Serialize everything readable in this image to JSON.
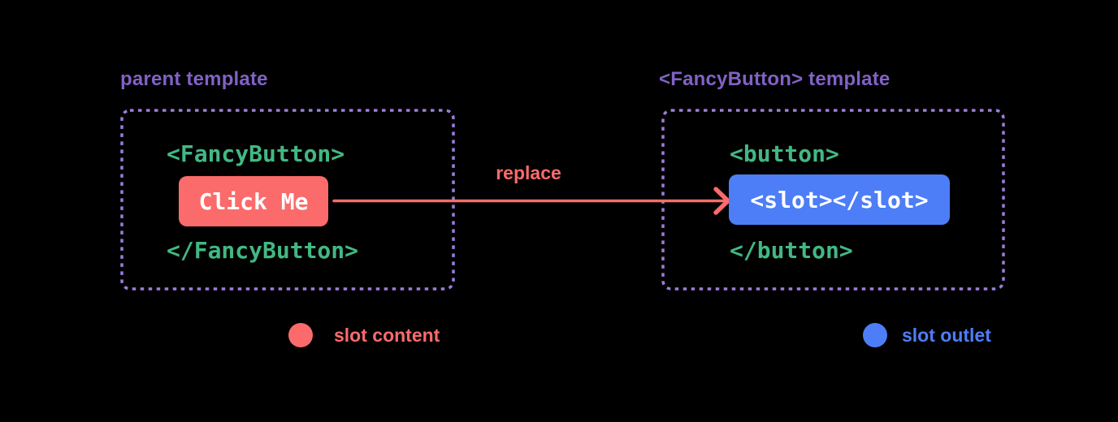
{
  "colors": {
    "background": "#000000",
    "purple_label": "#8162c6",
    "purple_border": "#9b7ed8",
    "green_code": "#42b883",
    "red": "#fb6b6b",
    "blue": "#4d7ef7",
    "white_text": "#ffffff"
  },
  "parent_panel": {
    "label": "parent template",
    "open_tag": "<FancyButton>",
    "button_text": "Click Me",
    "close_tag": "</FancyButton>"
  },
  "arrow": {
    "label": "replace"
  },
  "fancy_button_panel": {
    "label": "<FancyButton> template",
    "open_tag": "<button>",
    "slot_text": "<slot></slot>",
    "close_tag": "</button>"
  },
  "legend": [
    {
      "label": "slot content",
      "color": "#fb6b6b"
    },
    {
      "label": "slot outlet",
      "color": "#4d7ef7"
    }
  ]
}
